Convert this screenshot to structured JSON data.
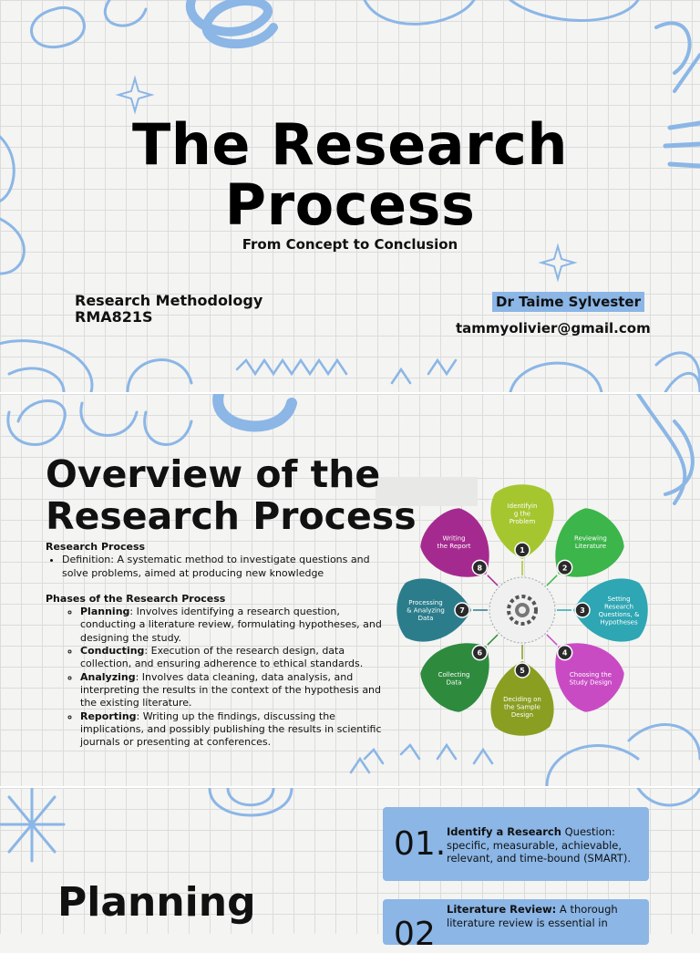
{
  "slide1": {
    "title_line1": "The Research",
    "title_line2": "Process",
    "subtitle": "From Concept to Conclusion",
    "course_name": "Research Methodology",
    "course_code": "RMA821S",
    "author": "Dr Taime Sylvester",
    "email": "tammyolivier@gmail.com"
  },
  "slide2": {
    "title_line1": "Overview of the",
    "title_line2": "Research Process",
    "section1_heading": "Research Process",
    "definition": "Definition: A systematic method to investigate questions and solve problems, aimed at producing new knowledge",
    "section2_heading": "Phases of the Research Process",
    "phases": [
      {
        "name": "Planning",
        "text": ": Involves identifying a research question, conducting a literature review, formulating hypotheses, and designing the study."
      },
      {
        "name": "Conducting",
        "text": ": Execution of the research design, data collection, and ensuring adherence to ethical standards."
      },
      {
        "name": "Analyzing",
        "text": ": Involves data cleaning, data analysis, and interpreting the results in the context of the hypothesis and the existing literature."
      },
      {
        "name": "Reporting",
        "text": ": Writing up the findings, discussing the implications, and possibly publishing the results in scientific journals or presenting at conferences."
      }
    ],
    "diagram": {
      "petals": [
        {
          "num": "1",
          "label": [
            "Identifyin",
            "g the",
            "Problem"
          ],
          "color": "#a6c630"
        },
        {
          "num": "2",
          "label": [
            "Reviewing",
            "Literature"
          ],
          "color": "#3cb54a"
        },
        {
          "num": "3",
          "label": [
            "Setting",
            "Research",
            "Questions, &",
            "Hypotheses"
          ],
          "color": "#2ea6b3"
        },
        {
          "num": "4",
          "label": [
            "Choosing the",
            "Study Design"
          ],
          "color": "#c94bc4"
        },
        {
          "num": "5",
          "label": [
            "Deciding on",
            "the Sample",
            "Design"
          ],
          "color": "#8a9e22"
        },
        {
          "num": "6",
          "label": [
            "Collecting",
            "Data"
          ],
          "color": "#2e8b3e"
        },
        {
          "num": "7",
          "label": [
            "Processing",
            "& Analyzing",
            "Data"
          ],
          "color": "#2b7d8c"
        },
        {
          "num": "8",
          "label": [
            "Writing",
            "the Report"
          ],
          "color": "#a52a8f"
        }
      ]
    }
  },
  "slide3": {
    "title": "Planning",
    "cards": [
      {
        "num": "01.",
        "bold": "Identify a Research",
        "text": " Question: specific, measurable, achievable, relevant, and time-bound (SMART)."
      },
      {
        "num": "02",
        "bold": "Literature Review:",
        "text": " A thorough literature review is essential in"
      }
    ]
  },
  "colors": {
    "accent_blue": "#8bb6e6",
    "text": "#111111"
  }
}
